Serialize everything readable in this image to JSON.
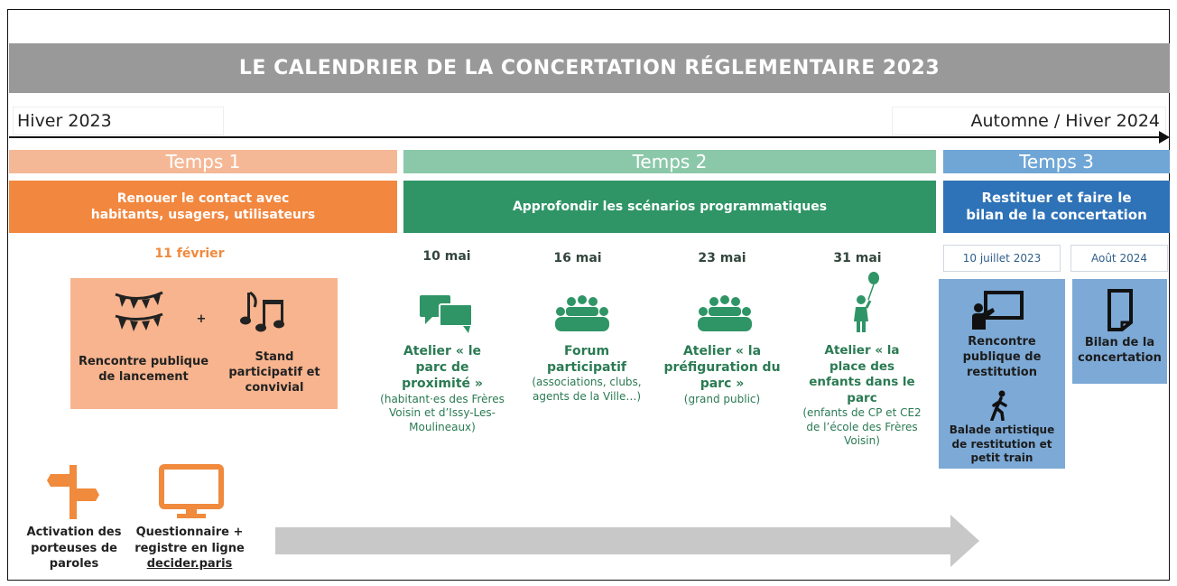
{
  "title": "LE CALENDRIER DE LA CONCERTATION RÉGLEMENTAIRE 2023",
  "timeline": {
    "start": "Hiver 2023",
    "end": "Automne / Hiver 2024"
  },
  "phases": [
    {
      "label": "Temps 1",
      "goal": "Renouer le contact avec habitants, usagers, utilisateurs",
      "color": "#f2873f"
    },
    {
      "label": "Temps 2",
      "goal": "Approfondir les scénarios programmatiques",
      "color": "#2f9566"
    },
    {
      "label": "Temps 3",
      "goal": "Restituer et faire le bilan de la concertation",
      "color": "#2e72b7"
    }
  ],
  "temps1": {
    "date": "11 février",
    "plus": "+",
    "items": [
      {
        "label": "Rencontre publique de lancement",
        "icon": "bunting-icon"
      },
      {
        "label": "Stand participatif et convivial",
        "icon": "music-notes-icon"
      }
    ]
  },
  "temps2": [
    {
      "date": "10 mai",
      "title": "Atelier « le parc de proximité »",
      "detail": "(habitant·es des Frères Voisin et d’Issy-Les-Moulineaux)",
      "icon": "chat-bubbles-icon"
    },
    {
      "date": "16 mai",
      "title": "Forum participatif",
      "detail": "(associations, clubs, agents de la Ville…)",
      "icon": "group-meeting-icon"
    },
    {
      "date": "23 mai",
      "title": "Atelier « la préfiguration du parc »",
      "detail": "(grand public)",
      "icon": "group-meeting-icon"
    },
    {
      "date": "31 mai",
      "title": "Atelier « la place des enfants dans le parc",
      "detail": "(enfants de CP et CE2 de l’école des Frères Voisin)",
      "icon": "child-balloon-icon"
    }
  ],
  "temps3": [
    {
      "date": "10 juillet 2023",
      "title": "Rencontre publique de restitution",
      "extra": "Balade artistique de restitution et petit train",
      "icon": "presentation-board-icon",
      "extra_icon": "walking-person-icon"
    },
    {
      "date": "Août 2024",
      "title": "Bilan de la concertation",
      "icon": "document-icon"
    }
  ],
  "continuous": [
    {
      "label": "Activation des porteuses de paroles",
      "icon": "signpost-icon"
    },
    {
      "label_line1": "Questionnaire + registre en ligne",
      "link": "decider.paris",
      "icon": "monitor-icon"
    }
  ]
}
